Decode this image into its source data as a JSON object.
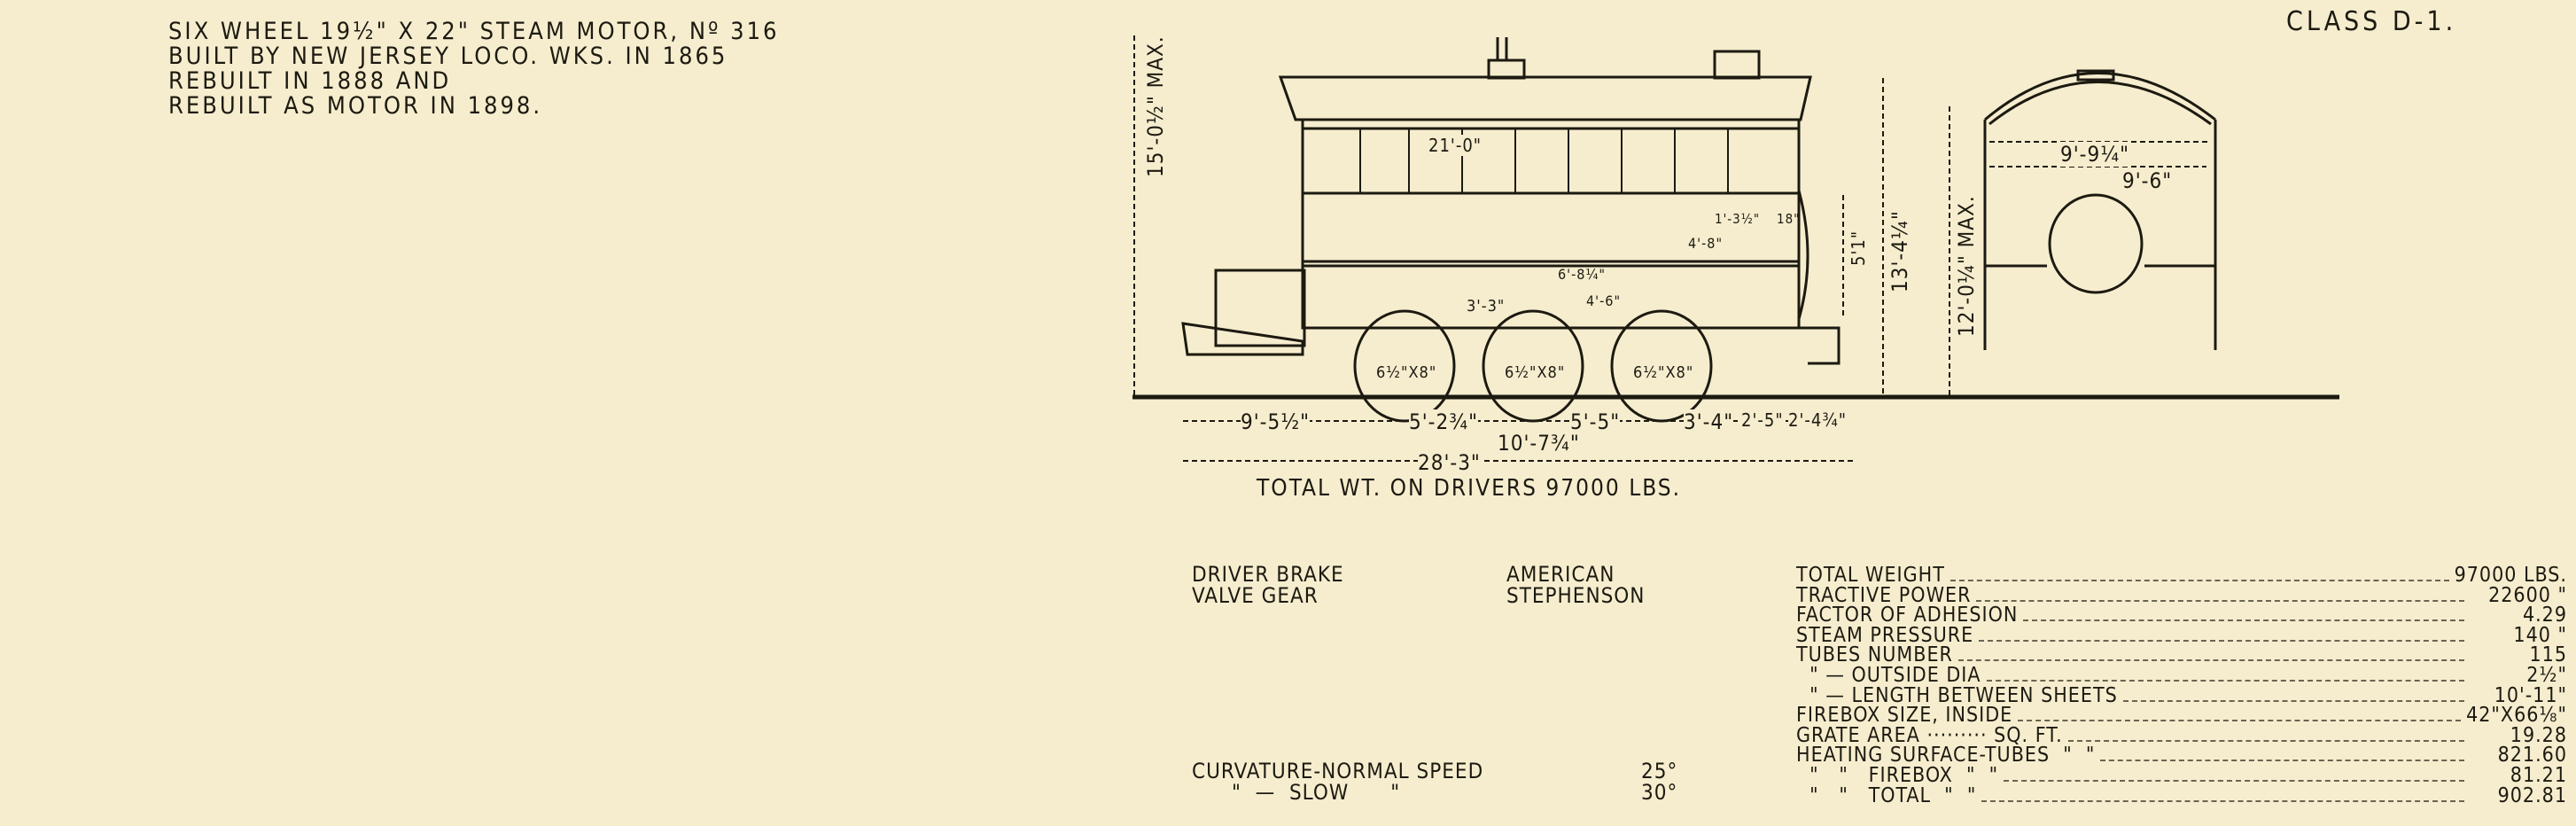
{
  "header": {
    "lines": [
      "SIX WHEEL 19½\" X 22\" STEAM MOTOR, Nº 316",
      "BUILT BY NEW JERSEY LOCO. WKS. IN 1865",
      "REBUILT IN 1888 AND",
      "REBUILT AS MOTOR IN 1898."
    ],
    "class": "CLASS D-1."
  },
  "drawing": {
    "heights": {
      "max_height": "15'-0½\" MAX.",
      "body_height": "13'-4¼\"",
      "end_height": "12'-0¼\" MAX.",
      "center": "5'1\""
    },
    "interior": [
      "21'-0\"",
      "3'-3\"",
      "6'-8¼\"",
      "4'-8\"",
      "4'-6\"",
      "1'-3½\"",
      "18\""
    ],
    "wheels": [
      "6½\"X8\"",
      "6½\"X8\"",
      "6½\"X8\""
    ],
    "end_view": {
      "width_top": "9'-9¼\"",
      "width_bottom": "9'-6\""
    },
    "bottom_dims": [
      "9'-5½\"",
      "5'-2¾\"",
      "5'-5\"",
      "3'-4\"",
      "2'-5\"",
      "2'-4¾\""
    ],
    "wheelbase": "10'-7¾\"",
    "overall_length": "28'-3\"",
    "caption": "TOTAL WT. ON DRIVERS 97000 LBS."
  },
  "specs_left": [
    {
      "label": "DRIVER BRAKE",
      "value": "AMERICAN"
    },
    {
      "label": "VALVE GEAR",
      "value": "STEPHENSON"
    }
  ],
  "curvature": [
    {
      "label": "CURVATURE-NORMAL SPEED",
      "value": "25°"
    },
    {
      "label": "\"  —  SLOW      \"",
      "value": "30°"
    }
  ],
  "specs_right": [
    {
      "label": "TOTAL WEIGHT",
      "value": "97000 LBS."
    },
    {
      "label": "TRACTIVE POWER",
      "value": "22600 \""
    },
    {
      "label": "FACTOR OF ADHESION",
      "value": "4.29"
    },
    {
      "label": "STEAM PRESSURE",
      "value": "140 \""
    },
    {
      "label": "TUBES NUMBER",
      "value": "115"
    },
    {
      "label": "  \" — OUTSIDE DIA",
      "value": "2½\""
    },
    {
      "label": "  \" — LENGTH BETWEEN SHEETS",
      "value": "10'-11\""
    },
    {
      "label": "FIREBOX SIZE, INSIDE",
      "value": "42\"X66⅛\""
    },
    {
      "label": "GRATE AREA ········· SQ. FT.",
      "value": "19.28"
    },
    {
      "label": "HEATING SURFACE-TUBES  \"  \"",
      "value": "821.60"
    },
    {
      "label": "  \"   \"   FIREBOX  \"  \"",
      "value": "81.21"
    },
    {
      "label": "  \"   \"   TOTAL  \"  \"",
      "value": "902.81"
    }
  ]
}
